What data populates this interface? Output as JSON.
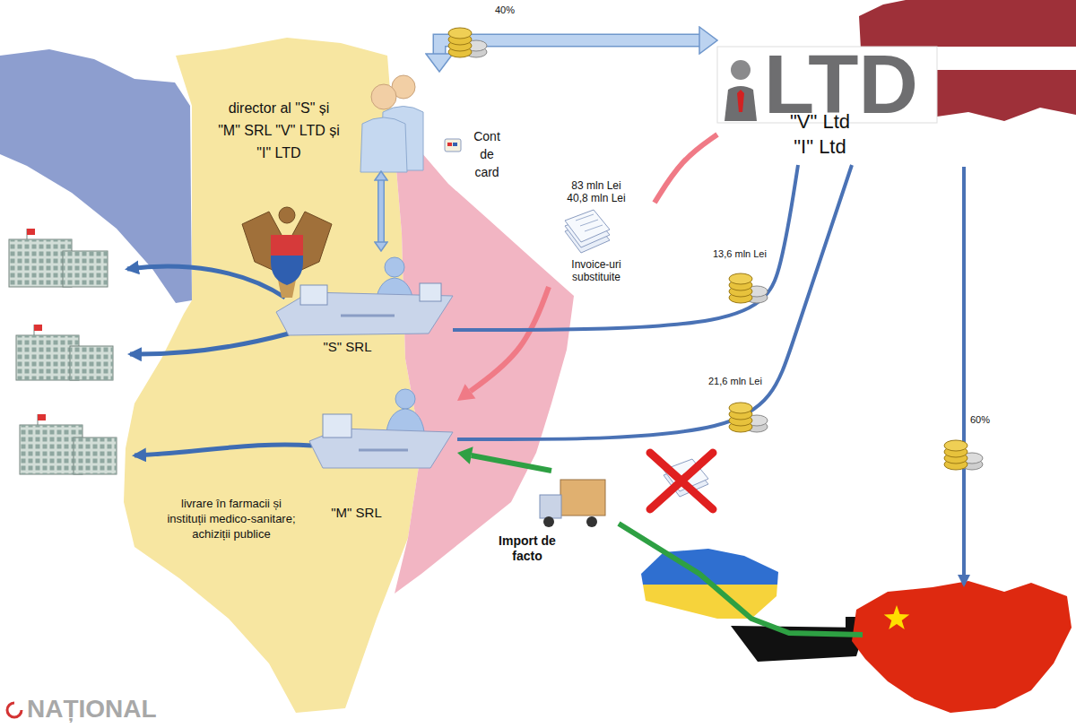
{
  "diagram": {
    "nodes": [
      {
        "text": [
          "director al \"S\" și \"M\" SRL \"V\" LTD și \"I\" LTD"
        ]
      },
      {
        "text": [
          "Cont de card"
        ]
      },
      {
        "text": [
          "LTD",
          "\"V\" Ltd \"I\" Ltd"
        ]
      },
      {
        "text": [
          "83 mln Lei 40,8 mln Lei",
          "Invoice-uri substituite"
        ]
      },
      {
        "text": [
          "\"S\" SRL"
        ]
      },
      {
        "text": [
          "\"M\" SRL"
        ]
      },
      {
        "text": [
          "Import de facto"
        ]
      }
    ],
    "edges": [
      {
        "from": 2,
        "to": 0,
        "arrow": "both",
        "label": "40%"
      },
      {
        "from": 0,
        "to": 4,
        "arrow": "both"
      },
      {
        "from": 2,
        "to": 3,
        "arrow": "none"
      },
      {
        "from": 3,
        "to": 5,
        "arrow": "to"
      },
      {
        "from": 2,
        "to": 4,
        "arrow": "none",
        "label": "13,6 mln Lei"
      },
      {
        "from": 2,
        "to": 5,
        "arrow": "none",
        "label": "21,6 mln Lei"
      },
      {
        "from": 6,
        "to": 5,
        "arrow": "to"
      }
    ],
    "labels": [
      "60%",
      "livrare în farmacii și instituții medico-sanitare; achiziții publice",
      "NAȚIONAL"
    ]
  }
}
